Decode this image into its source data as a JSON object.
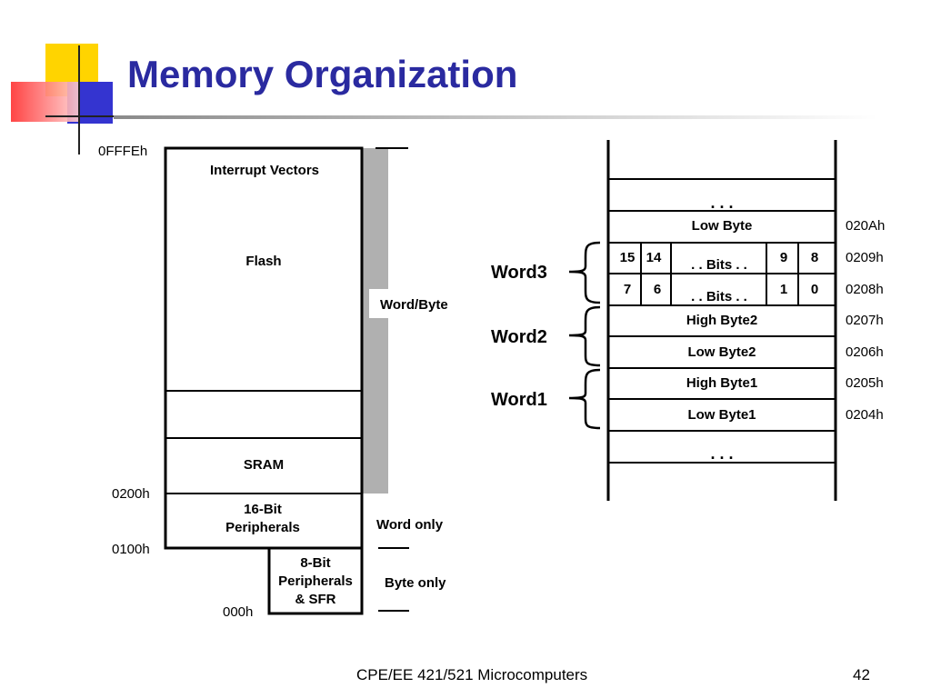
{
  "slide": {
    "title": "Memory Organization",
    "footer_course": "CPE/EE 421/521 Microcomputers",
    "page_number": "42"
  },
  "memory_map": {
    "addresses": {
      "top": "0FFFEh",
      "sram_base": "0200h",
      "periph16_base": "0100h",
      "bottom": "000h"
    },
    "regions": {
      "interrupt_vectors": "Interrupt Vectors",
      "flash": "Flash",
      "sram": "SRAM",
      "periph16_line1": "16-Bit",
      "periph16_line2": "Peripherals",
      "periph8_line1": "8-Bit",
      "periph8_line2": "Peripherals",
      "periph8_line3": "& SFR"
    },
    "access": {
      "word_byte": "Word/Byte",
      "word_only": "Word only",
      "byte_only": "Byte only"
    }
  },
  "word_layout": {
    "ellipsis": ". . .",
    "rows": [
      {
        "text": "Low Byte",
        "address": "020Ah"
      },
      {
        "address": "0209h",
        "bits": [
          "15",
          "14",
          ". . Bits . .",
          "9",
          "8"
        ]
      },
      {
        "address": "0208h",
        "bits": [
          "7",
          "6",
          ". . Bits . .",
          "1",
          "0"
        ]
      },
      {
        "text": "High Byte2",
        "address": "0207h"
      },
      {
        "text": "Low Byte2",
        "address": "0206h"
      },
      {
        "text": "High Byte1",
        "address": "0205h"
      },
      {
        "text": "Low Byte1",
        "address": "0204h"
      }
    ],
    "words": [
      "Word3",
      "Word2",
      "Word1"
    ]
  }
}
